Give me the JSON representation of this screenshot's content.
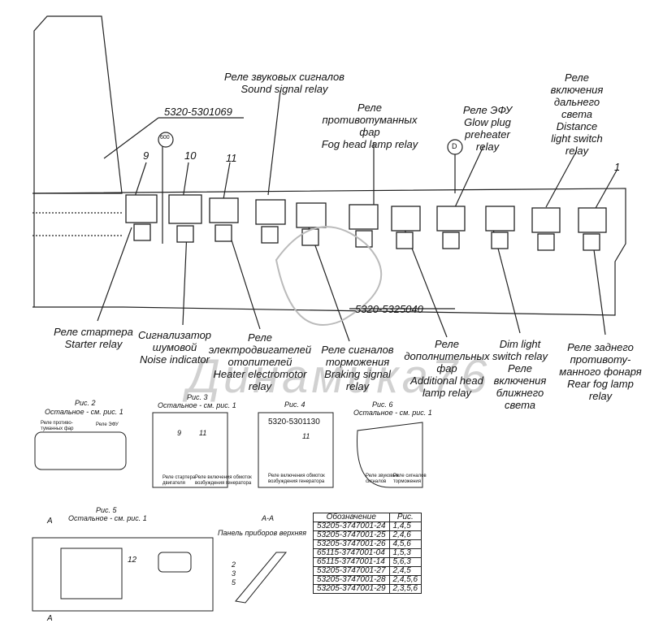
{
  "main": {
    "part_top": "5320-5301069",
    "part_bottom": "5320-5325040",
    "circle_a": "600",
    "circle_b": "D",
    "callouts": [
      "9",
      "10",
      "11",
      "1"
    ],
    "watermark": "Динамика76"
  },
  "labels": {
    "sound": "Реле звуковых сигналов\nSound signal relay",
    "fog": "Реле\nпротивотуманных\nфар\nFog head lamp relay",
    "efu": "Реле ЭФУ\nGlow plug\npreheater\nrelay",
    "distance": "Реле\nвключения\nдальнего\nсвета\nDistance\nlight switch\nrelay",
    "starter": "Реле стартера\nStarter relay",
    "noise": "Сигнализатор\nшумовой\nNoise indicator",
    "heater": "Реле\nэлектродвигателей\nотопителей\nHeater electromotor\nrelay",
    "braking": "Реле сигналов\nторможения\nBraking signal\nrelay",
    "additional": "Реле\nдополнительных\nфар\nAdditional head\nlamp relay",
    "dim": "Dim light\nswitch relay\nРеле\nвключения\nближнего\nсвета",
    "rearfog": "Реле заднего\nпротивоту-\nманного фонаря\nRear fog lamp\nrelay"
  },
  "figures": {
    "fig2": {
      "title": "Рис. 2",
      "sub": "Остальное - см. рис. 1",
      "note1": "Реле противо-\nтуманных фар",
      "note2": "Реле ЭФУ"
    },
    "fig3": {
      "title": "Рис. 3",
      "sub": "Остальное - см. рис. 1",
      "n1": "9",
      "n2": "11",
      "note1": "Реле стартера\nдвигателя",
      "note2": "Реле включения обмоток\nвозбуждения генератора"
    },
    "fig4": {
      "title": "Рис. 4",
      "part": "5320-5301130",
      "n1": "11",
      "note1": "Реле включения обмоток\nвозбуждения генератора"
    },
    "fig6": {
      "title": "Рис. 6",
      "sub": "Остальное - см. рис. 1",
      "note1": "Реле звуковых\nсигналов",
      "note2": "Реле сигналов\nторможения"
    },
    "fig5": {
      "title": "Рис. 5",
      "sub": "Остальное - см. рис. 1",
      "n1": "12",
      "marker": "A"
    },
    "section": {
      "title": "А-А",
      "panel": "Панель приборов верхняя",
      "n": [
        "2",
        "3",
        "5"
      ]
    }
  },
  "table": {
    "headers": [
      "Обозначение",
      "Рис."
    ],
    "rows": [
      [
        "53205-3747001-24",
        "1,4,5"
      ],
      [
        "53205-3747001-25",
        "2,4,6"
      ],
      [
        "53205-3747001-26",
        "4,5,6"
      ],
      [
        "65115-3747001-04",
        "1,5,3"
      ],
      [
        "65115-3747001-14",
        "5,6,3"
      ],
      [
        "53205-3747001-27",
        "2,4,5"
      ],
      [
        "53205-3747001-28",
        "2,4,5,6"
      ],
      [
        "53205-3747001-29",
        "2,3,5,6"
      ]
    ]
  }
}
